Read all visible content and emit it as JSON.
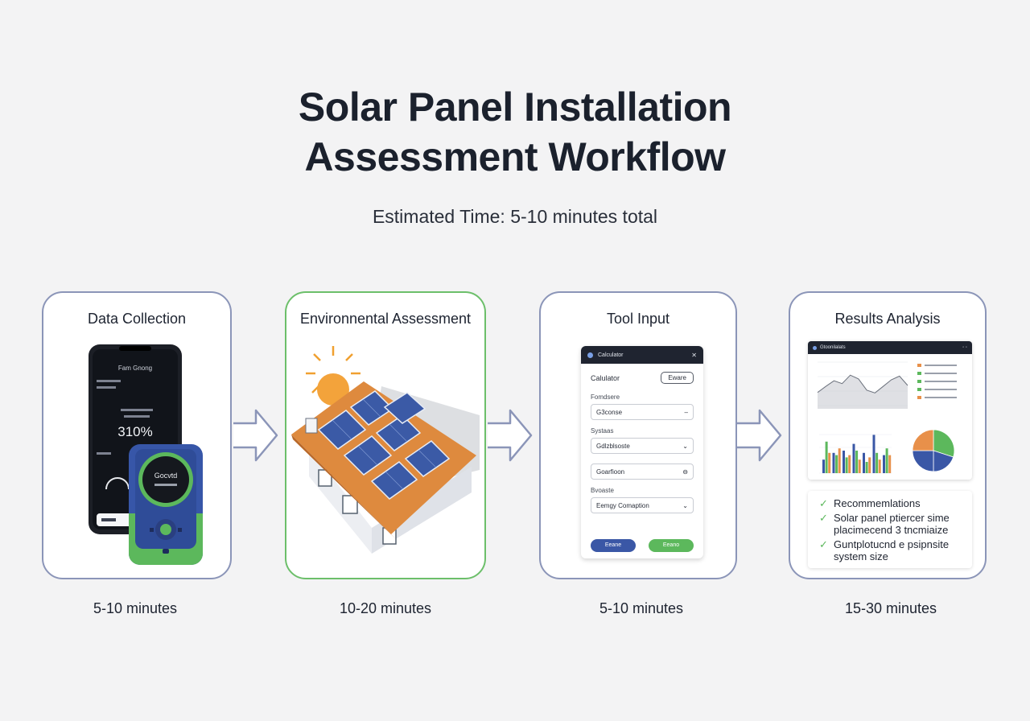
{
  "title_line1": "Solar Panel Installation",
  "title_line2": "Assessment Workflow",
  "subtitle": "Estimated Time: 5-10 minutes total",
  "steps": [
    {
      "title": "Data Collection",
      "duration": "5-10 minutes"
    },
    {
      "title": "Environnental Assessment",
      "duration": "10-20 minutes"
    },
    {
      "title": "Tool Input",
      "duration": "5-10 minutes"
    },
    {
      "title": "Results Analysis",
      "duration": "15-30 minutes"
    }
  ],
  "phone": {
    "header": "Fam Gnong",
    "value": "310%"
  },
  "meter": {
    "label": "Gocvtd"
  },
  "calculator": {
    "app_name": "Calculator",
    "heading": "Calulator",
    "header_button": "Eware",
    "fields": [
      {
        "label": "Fomdsere",
        "value": "G3conse"
      },
      {
        "label": "Systaas",
        "value": "Gdlzblsoste"
      },
      {
        "label": "",
        "value": "Goarfioon"
      },
      {
        "label": "Bvoaste",
        "value": "Eemgy Comaption"
      }
    ],
    "button_primary": "Eeane",
    "button_secondary": "Eeano"
  },
  "results": {
    "app_name": "Gtoonilalats",
    "chart_data": [
      {
        "type": "area",
        "x": [
          1,
          2,
          3,
          4,
          5,
          6,
          7,
          8,
          9,
          10,
          11,
          12
        ],
        "values": [
          35,
          48,
          60,
          54,
          72,
          64,
          40,
          34,
          48,
          62,
          70,
          50
        ]
      },
      {
        "type": "bar",
        "series": [
          {
            "color": "#3a57a6",
            "values": [
              30,
              45,
              50,
              65,
              45,
              85,
              40
            ]
          },
          {
            "color": "#5cb85c",
            "values": [
              70,
              40,
              35,
              50,
              25,
              45,
              55
            ]
          },
          {
            "color": "#e8904a",
            "values": [
              45,
              55,
              40,
              30,
              35,
              30,
              40
            ]
          }
        ]
      },
      {
        "type": "pie",
        "slices": [
          {
            "value": 30,
            "color": "#5cb85c"
          },
          {
            "value": 20,
            "color": "#3a57a6"
          },
          {
            "value": 25,
            "color": "#3a57a6"
          },
          {
            "value": 25,
            "color": "#e8904a"
          }
        ]
      }
    ],
    "recommendations": [
      "Recommemlations",
      "Solar panel ptiercer sime placimecend 3 tncmiaize",
      "Guntplotucnd e psipnsite system size"
    ]
  },
  "colors": {
    "accent_blue": "#3a57a6",
    "accent_green": "#5cb85c",
    "accent_orange": "#e8904a",
    "card_border": "#8b95b8"
  }
}
